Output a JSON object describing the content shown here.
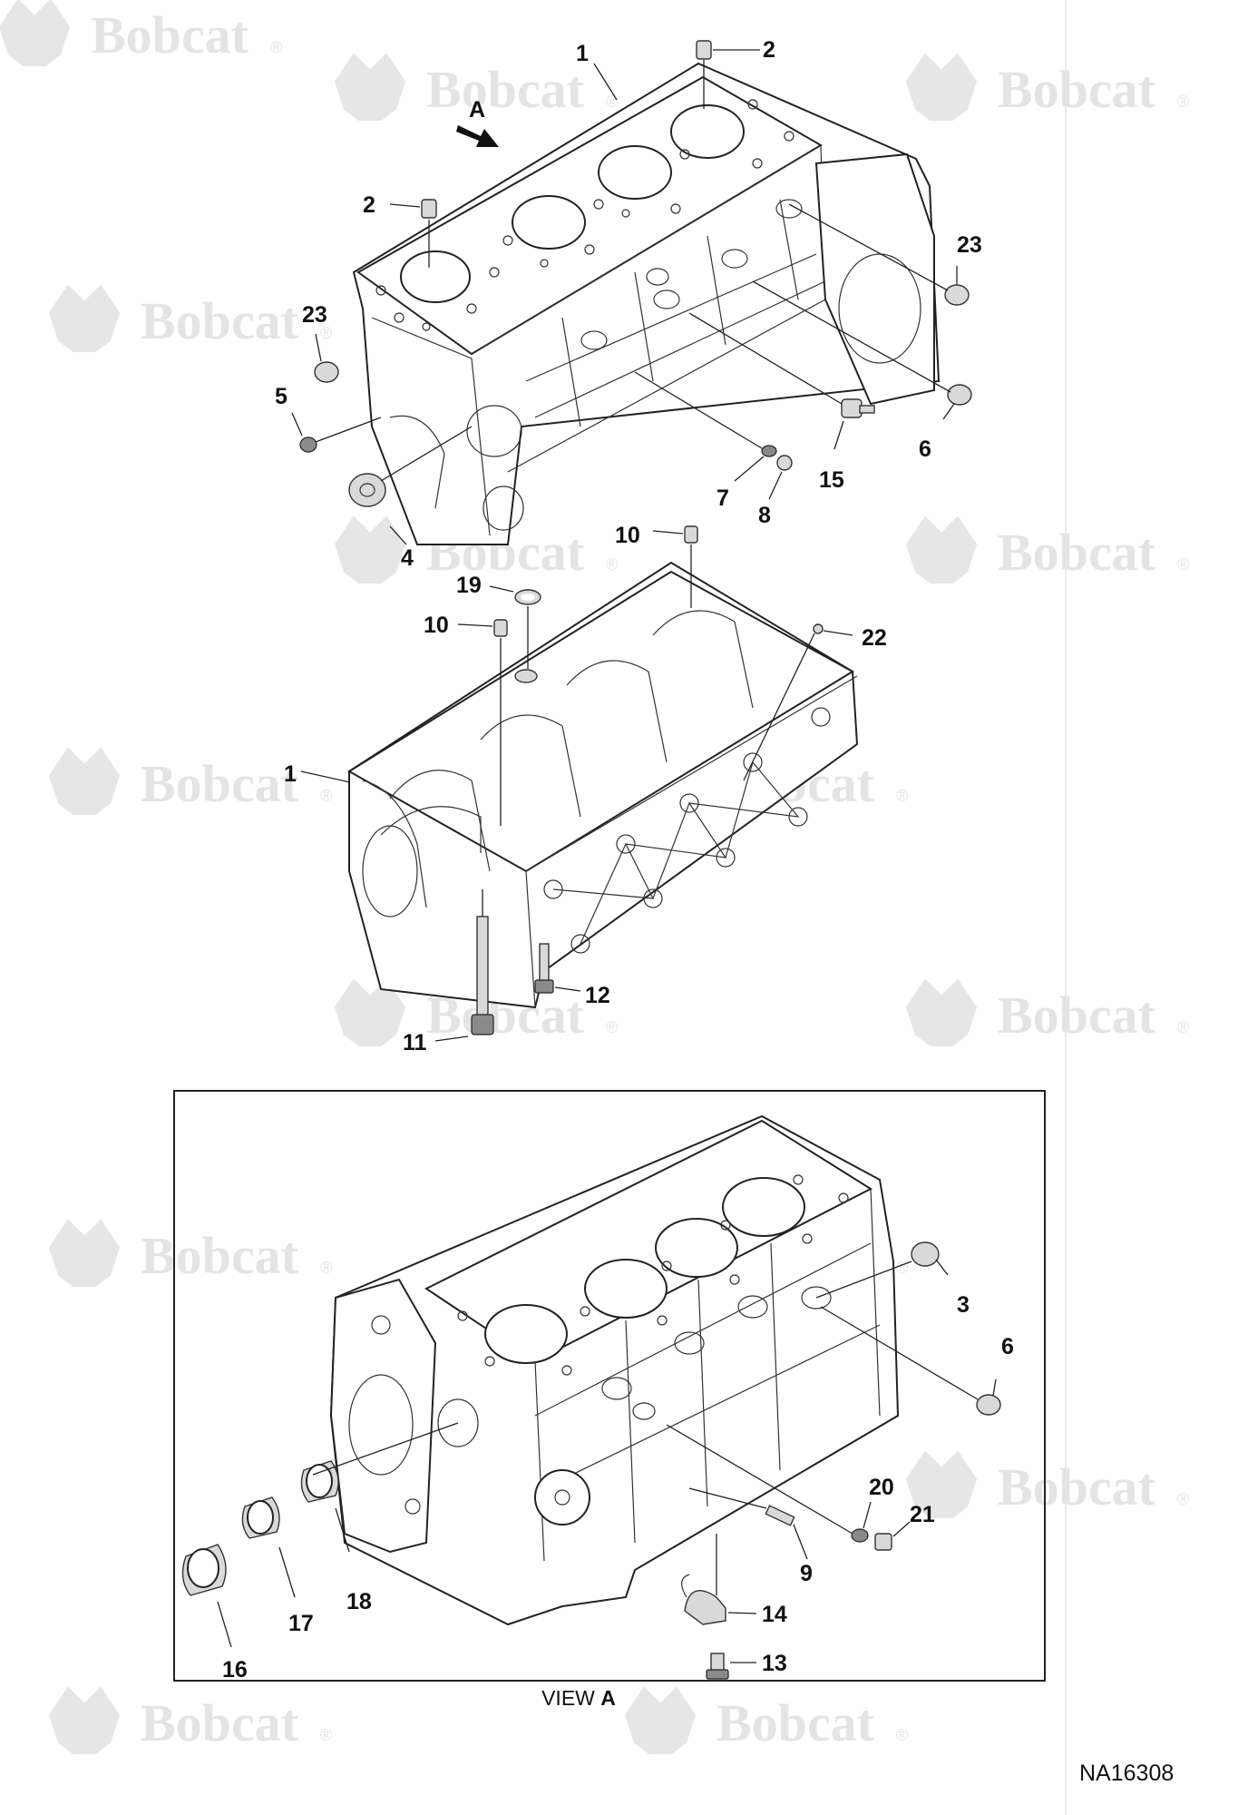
{
  "watermark": {
    "brand": "Bobcat",
    "mark": "®"
  },
  "callouts": {
    "c1a": "1",
    "c1b": "1",
    "c2a": "2",
    "c2b": "2",
    "c3": "3",
    "c4": "4",
    "c5": "5",
    "c6a": "6",
    "c6b": "6",
    "c7": "7",
    "c8": "8",
    "c9": "9",
    "c10a": "10",
    "c10b": "10",
    "c11": "11",
    "c12": "12",
    "c13": "13",
    "c14": "14",
    "c15": "15",
    "c16": "16",
    "c17": "17",
    "c18": "18",
    "c19": "19",
    "c20": "20",
    "c21": "21",
    "c22": "22",
    "c23a": "23",
    "c23b": "23"
  },
  "view_arrow_label": "A",
  "view_caption": {
    "prefix": "VIEW",
    "letter": "A"
  },
  "drawing_number": "NA16308"
}
